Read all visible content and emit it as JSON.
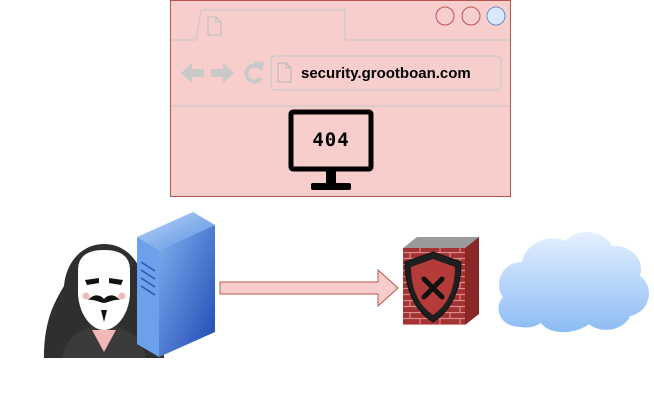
{
  "browser": {
    "url": "security.grootboan.com",
    "error_code": "404",
    "background": "#f8cecc",
    "border": "#b85450",
    "window_buttons": [
      {
        "name": "minimize",
        "color": "#f8cecc"
      },
      {
        "name": "maximize",
        "color": "#f8cecc"
      },
      {
        "name": "close",
        "color": "#dae8fc"
      }
    ]
  },
  "icons": {
    "hacker": "anonymous-hacker-icon",
    "server": "server-icon",
    "firewall": "firewall-blocked-icon",
    "cloud": "cloud-icon",
    "arrow": "request-arrow"
  },
  "colors": {
    "arrow_fill": "#f8cecc",
    "arrow_stroke": "#b85450",
    "cloud": "#9ec3f0",
    "brick": "#a93a3a"
  }
}
